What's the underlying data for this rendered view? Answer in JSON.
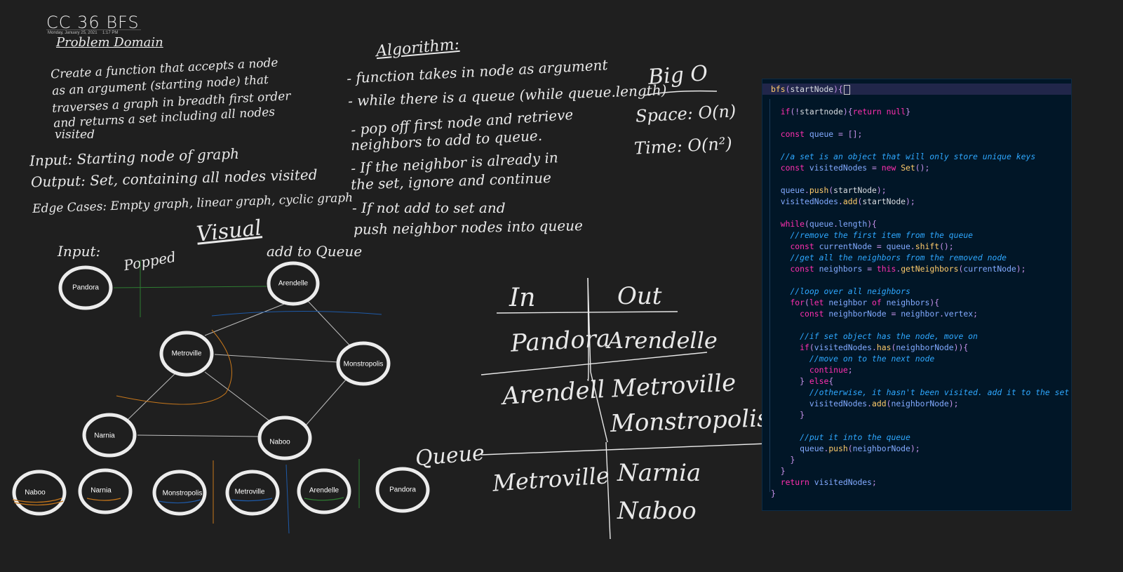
{
  "notes": {
    "title": "CC 36 BFS",
    "date": "Monday, January 25, 2021",
    "time": "1:17 PM",
    "problem_heading": "Problem Domain",
    "problem_lines": [
      "Create a function that accepts a node",
      "as an argument (starting node) that",
      "traverses a graph in breadth first order",
      "and returns a set including all nodes",
      "visited"
    ],
    "input_line": "Input: Starting node of graph",
    "output_line": "Output: Set, containing all nodes visited",
    "edge_line": "Edge Cases: Empty graph, linear graph, cyclic graph",
    "visual_heading": "Visual",
    "input_label": "Input:",
    "popped_label": "Popped",
    "add_queue_label": "add to Queue",
    "queue_label": "Queue"
  },
  "algorithm": {
    "heading": "Algorithm:",
    "steps": [
      "- function takes in node as argument",
      "- while there is a queue (while queue.length)",
      "- pop off first node and retrieve",
      "  neighbors to add to queue.",
      "- If the neighbor is already in",
      "  the set, ignore and continue",
      "- If not add to set and",
      "  push neighbor nodes into queue"
    ]
  },
  "bigo": {
    "heading": "Big O",
    "space": "Space: O(n)",
    "time": "Time: O(n²)"
  },
  "graph": {
    "nodes": [
      {
        "id": "pandora",
        "label": "Pandora"
      },
      {
        "id": "arendelle",
        "label": "Arendelle"
      },
      {
        "id": "metroville",
        "label": "Metroville"
      },
      {
        "id": "monstropolis",
        "label": "Monstropolis"
      },
      {
        "id": "narnia",
        "label": "Narnia"
      },
      {
        "id": "naboo",
        "label": "Naboo"
      }
    ],
    "queue_nodes": [
      "Naboo",
      "Narnia",
      "Monstropolis",
      "Metroville",
      "Arendelle",
      "Pandora"
    ]
  },
  "table": {
    "col_in": "In",
    "col_out": "Out",
    "rows": [
      {
        "in": "Pandora",
        "out": [
          "Arendelle"
        ]
      },
      {
        "in": "Arendell",
        "out": [
          "Metroville",
          "Monstropolis"
        ]
      },
      {
        "in": "Metroville",
        "out": [
          "Narnia",
          "Naboo"
        ]
      }
    ]
  },
  "code": {
    "lines": [
      "bfs(startNode){",
      "",
      "  if(!startnode){return null}",
      "",
      "  const queue = [];",
      "",
      "  //a set is an object that will only store unique keys",
      "  const visitedNodes = new Set();",
      "",
      "  queue.push(startNode);",
      "  visitedNodes.add(startNode);",
      "",
      "  while(queue.length){",
      "    //remove the first item from the queue",
      "    const currentNode = queue.shift();",
      "    //get all the neighbors from the removed node",
      "    const neighbors = this.getNeighbors(currentNode);",
      "",
      "    //loop over all neighbors",
      "    for(let neighbor of neighbors){",
      "      const neighborNode = neighbor.vertex;",
      "",
      "      //if set object has the node, move on",
      "      if(visitedNodes.has(neighborNode)){",
      "        //move on to the next node",
      "        continue;",
      "      } else{",
      "        //otherwise, it hasn't been visited. add it to the set",
      "        visitedNodes.add(neighborNode);",
      "      }",
      "",
      "      //put it into the queue",
      "      queue.push(neighborNode);",
      "    }",
      "  }",
      "  return visitedNodes;",
      "}"
    ]
  },
  "colors": {
    "background": "#1f1f1f",
    "ink": "#e9e9e9",
    "green": "#2e7d32",
    "blue": "#1e5aa8",
    "orange": "#c7771b",
    "code_bg": "#011627"
  }
}
